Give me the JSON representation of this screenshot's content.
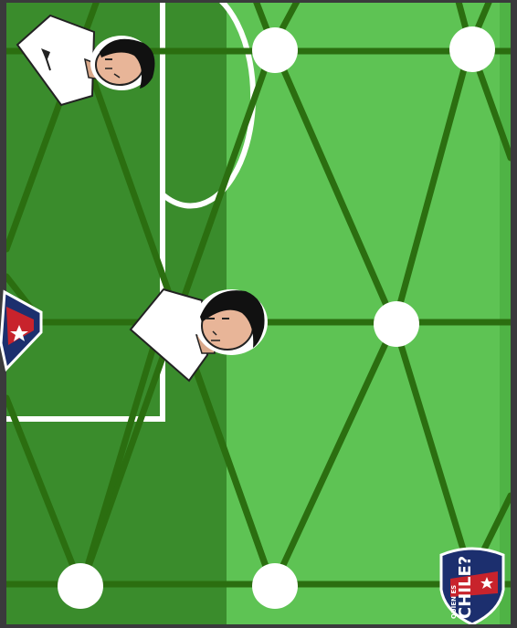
{
  "board": {
    "colors": {
      "pitch_dark": "#3a8c2c",
      "pitch_light": "#5ec354",
      "grid_line": "#2b6e10",
      "field_marking": "#ffffff",
      "node": "#ffffff",
      "frame": "#3a3a3c"
    },
    "nodes": [
      {
        "id": "node-1"
      },
      {
        "id": "node-2"
      },
      {
        "id": "node-3"
      },
      {
        "id": "node-4"
      },
      {
        "id": "node-5"
      }
    ],
    "players": [
      {
        "id": "player-1",
        "shirt": "white"
      },
      {
        "id": "player-2",
        "shirt": "white"
      }
    ],
    "badges": [
      {
        "id": "badge-1",
        "icon": "chile-team-crest-icon"
      },
      {
        "id": "badge-2",
        "icon": "chile-team-crest-icon",
        "top_text": "QUIEN ES",
        "main_text": "CHILE?"
      }
    ]
  }
}
